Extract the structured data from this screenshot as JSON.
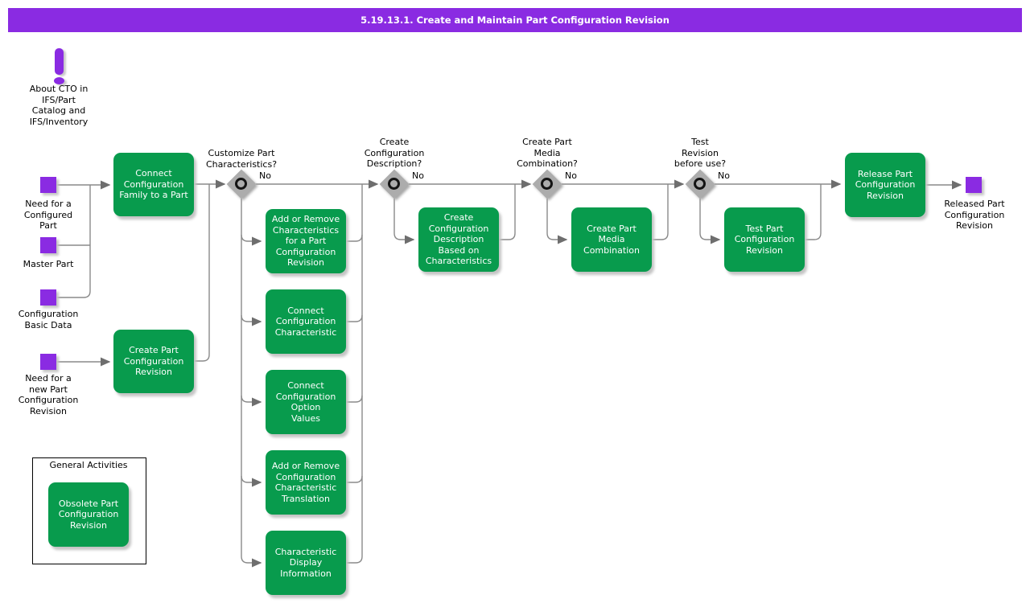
{
  "header": {
    "title": "5.19.13.1. Create and Maintain Part Configuration Revision"
  },
  "note": {
    "label": "About CTO in\nIFS/Part\nCatalog and\nIFS/Inventory"
  },
  "events": {
    "need_configured": {
      "label": "Need for a\nConfigured\nPart"
    },
    "master_part": {
      "label": "Master Part"
    },
    "config_basic": {
      "label": "Configuration\nBasic Data"
    },
    "need_new_rev": {
      "label": "Need for a\nnew Part\nConfiguration\nRevision"
    },
    "released": {
      "label": "Released Part\nConfiguration\nRevision"
    }
  },
  "activities": {
    "connect_family": {
      "label": "Connect\nConfiguration\nFamily to a Part"
    },
    "create_revision": {
      "label": "Create Part\nConfiguration\nRevision"
    },
    "add_remove_characteristics": {
      "label": "Add or Remove\nCharacteristics\nfor a Part\nConfiguration\nRevision"
    },
    "connect_characteristic": {
      "label": "Connect\nConfiguration\nCharacteristic"
    },
    "connect_option_values": {
      "label": "Connect\nConfiguration\nOption\nValues"
    },
    "add_remove_translation": {
      "label": "Add or Remove\nConfiguration\nCharacteristic\nTranslation"
    },
    "characteristic_display": {
      "label": "Characteristic\nDisplay\nInformation"
    },
    "create_description": {
      "label": "Create\nConfiguration\nDescription\nBased on\nCharacteristics"
    },
    "create_media": {
      "label": "Create Part\nMedia\nCombination"
    },
    "test_revision": {
      "label": "Test Part\nConfiguration\nRevision"
    },
    "release_revision": {
      "label": "Release Part\nConfiguration\nRevision"
    },
    "obsolete_revision": {
      "label": "Obsolete Part\nConfiguration\nRevision"
    }
  },
  "decisions": {
    "customize": {
      "question": "Customize Part\nCharacteristics?",
      "no": "No"
    },
    "description": {
      "question": "Create\nConfiguration\nDescription?",
      "no": "No"
    },
    "media": {
      "question": "Create Part\nMedia\nCombination?",
      "no": "No"
    },
    "test": {
      "question": "Test\nRevision\nbefore use?",
      "no": "No"
    }
  },
  "general": {
    "title": "General Activities"
  },
  "colors": {
    "accent_purple": "#8A2BE2",
    "activity_green": "#089B4D",
    "diamond_gray": "#ACACAC",
    "line_gray": "#8A8A8A"
  }
}
